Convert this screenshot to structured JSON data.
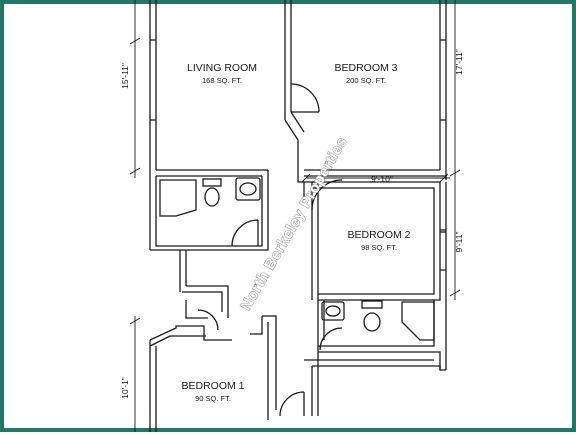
{
  "frame_color": "#1e7a64",
  "rooms": {
    "living_room": {
      "name": "LIVING ROOM",
      "area": "168 SQ. FT."
    },
    "bedroom_3": {
      "name": "BEDROOM 3",
      "area": "200 SQ. FT."
    },
    "bedroom_2": {
      "name": "BEDROOM 2",
      "area": "98 SQ. FT."
    },
    "bedroom_1": {
      "name": "BEDROOM 1",
      "area": "90 SQ. FT."
    }
  },
  "dimensions": {
    "living_room_height": "15'-11\"",
    "bedroom_3_height": "17'-11\"",
    "bedroom_2_width": "9'-10\"",
    "bedroom_2_height": "9'-11\"",
    "bedroom_1_height": "10'-1\""
  },
  "watermark": "North Berkeley Properties"
}
